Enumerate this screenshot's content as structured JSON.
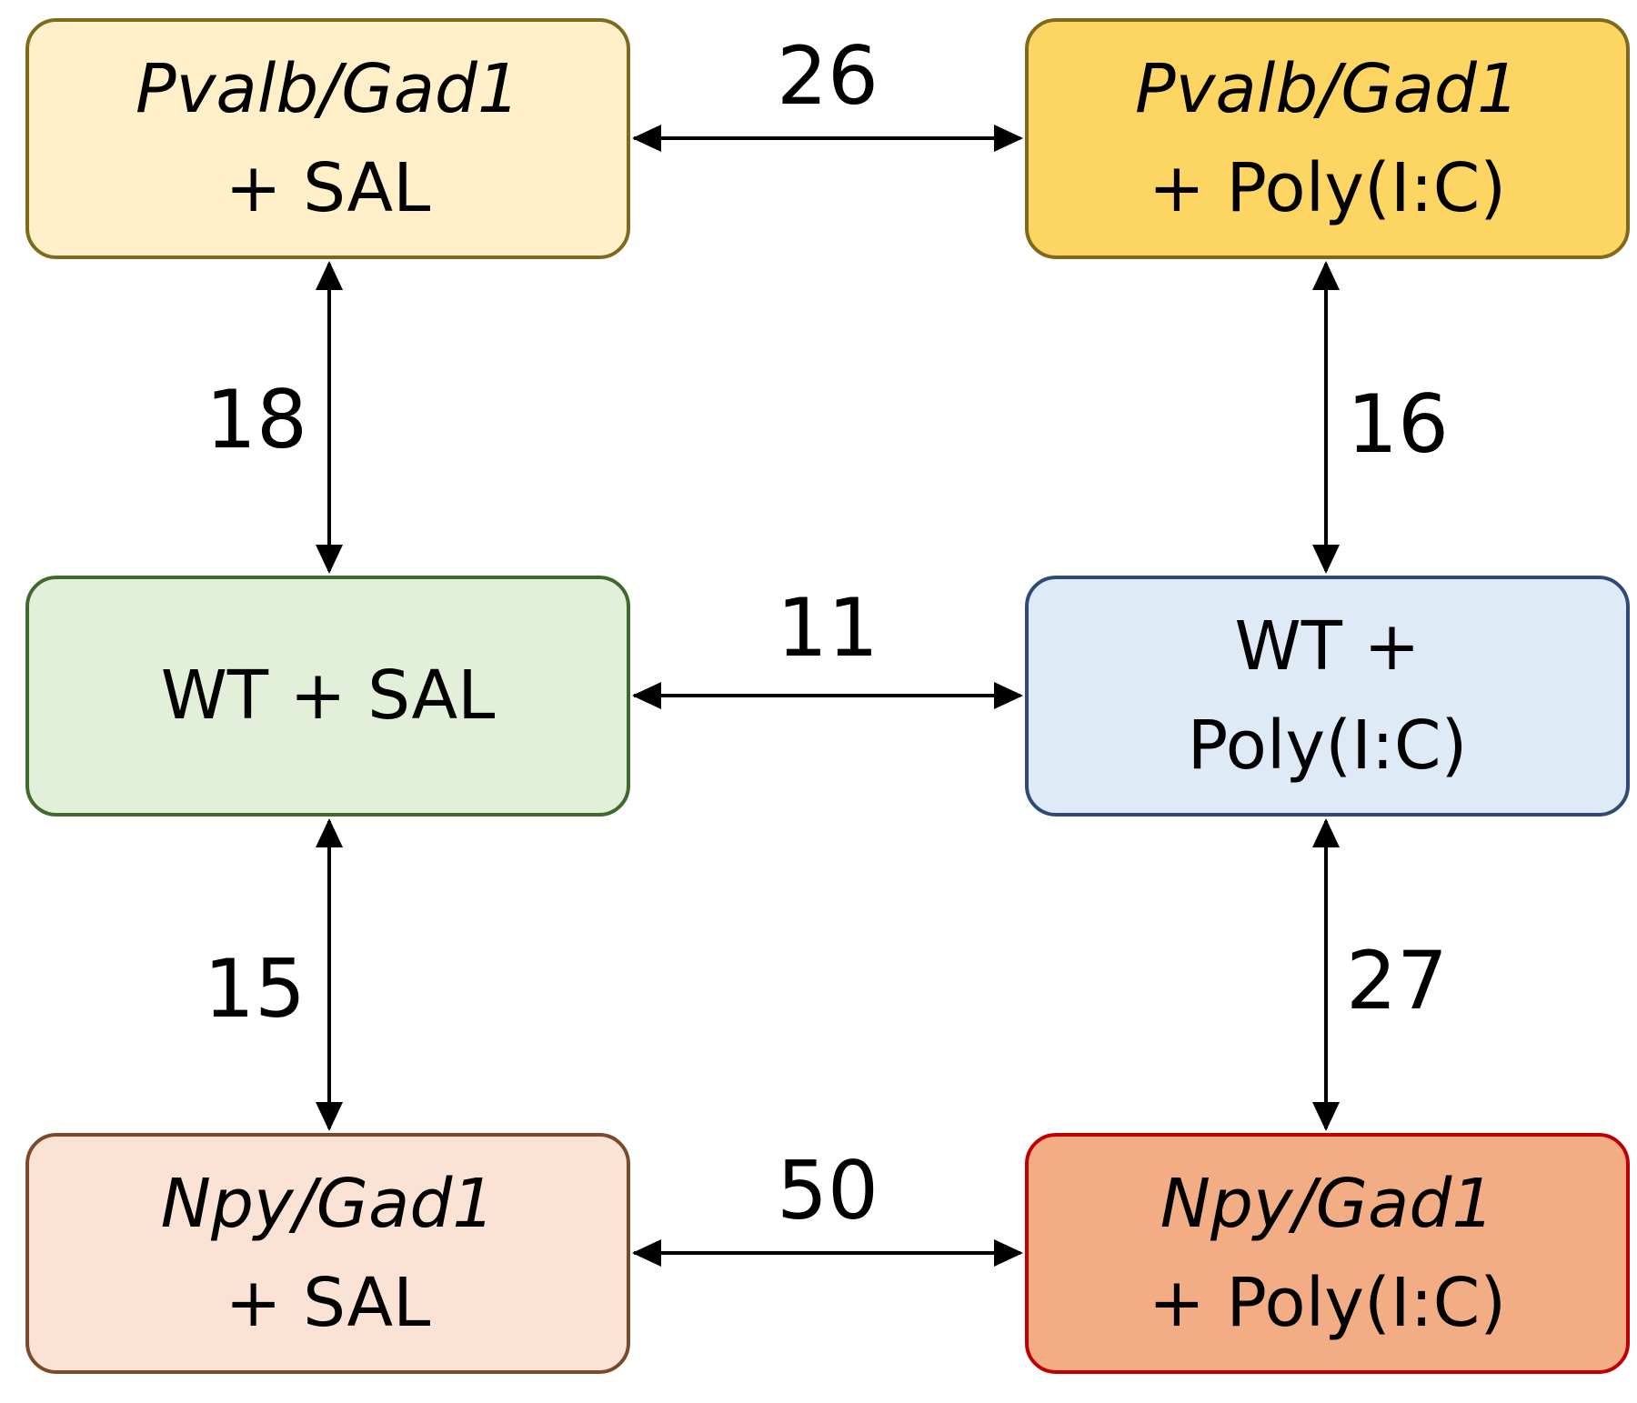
{
  "nodes": {
    "pv_sal": {
      "gene": "Pvalb/Gad1",
      "treatment": "+ SAL",
      "fill": "#fff0c9",
      "border": "#7f6a1c"
    },
    "pv_poly": {
      "gene": "Pvalb/Gad1",
      "treatment": "+ Poly(I:C)",
      "fill": "#fdd562",
      "border": "#7f6a1c"
    },
    "wt_sal": {
      "line1": "WT + SAL",
      "fill": "#e2efd9",
      "border": "#3f6a2e"
    },
    "wt_poly": {
      "line1": "WT +",
      "line2": "Poly(I:C)",
      "fill": "#deebf7",
      "border": "#2f4a78"
    },
    "npy_sal": {
      "gene": "Npy/Gad1",
      "treatment": "+ SAL",
      "fill": "#fae3d4",
      "border": "#7a4a2a"
    },
    "npy_poly": {
      "gene": "Npy/Gad1",
      "treatment": "+ Poly(I:C)",
      "fill": "#f3ad85",
      "border": "#c00000"
    }
  },
  "edges": [
    {
      "from": "pv_sal",
      "to": "pv_poly",
      "label": "26"
    },
    {
      "from": "pv_sal",
      "to": "wt_sal",
      "label": "18"
    },
    {
      "from": "pv_poly",
      "to": "wt_poly",
      "label": "16"
    },
    {
      "from": "wt_sal",
      "to": "wt_poly",
      "label": "11"
    },
    {
      "from": "wt_sal",
      "to": "npy_sal",
      "label": "15"
    },
    {
      "from": "wt_poly",
      "to": "npy_poly",
      "label": "27"
    },
    {
      "from": "npy_sal",
      "to": "npy_poly",
      "label": "50"
    }
  ],
  "colors": {
    "arrow": "#000000"
  }
}
